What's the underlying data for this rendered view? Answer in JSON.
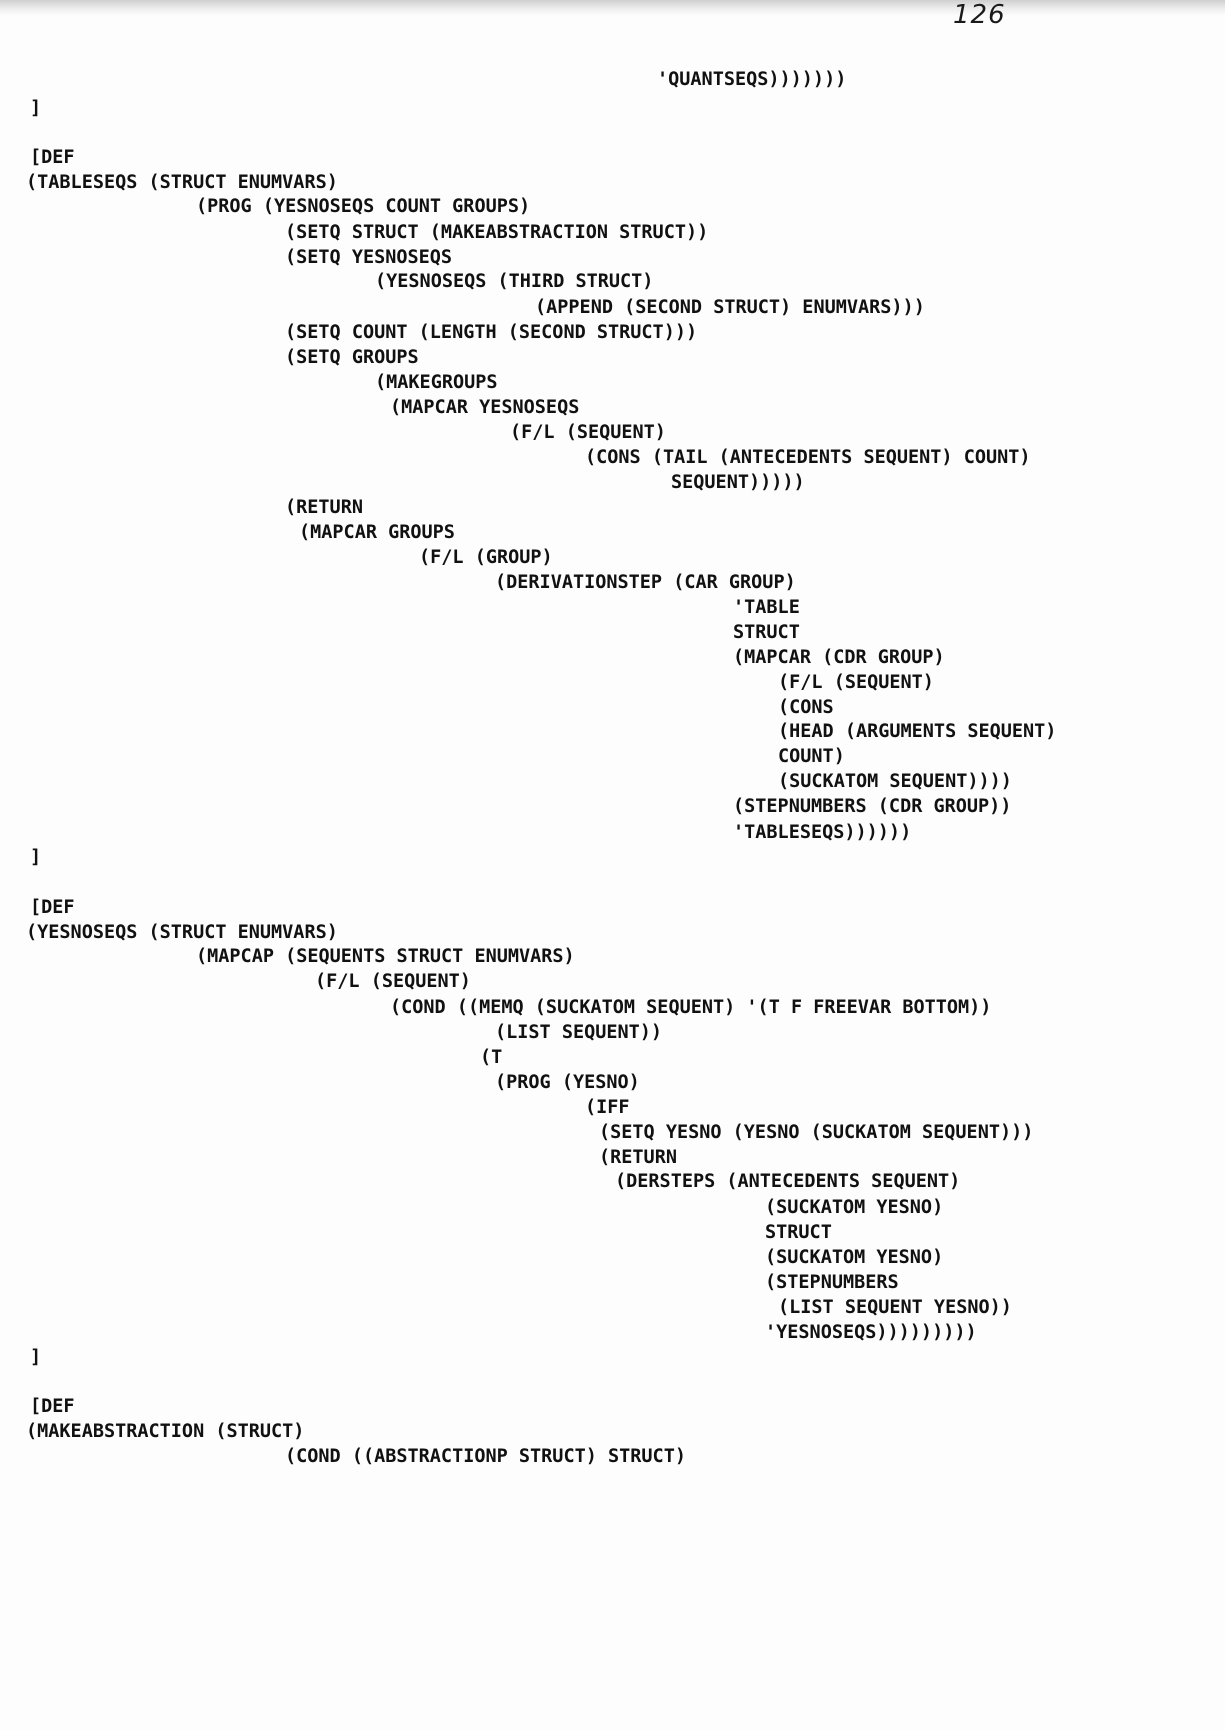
{
  "page": {
    "page_number": "126",
    "code_lines": [
      "'QUANTSEQS)))))))",
      "]",
      "[DEF",
      "(TABLESEQS (STRUCT ENUMVARS)",
      "(PROG (YESNOSEQS COUNT GROUPS)",
      "(SETQ STRUCT (MAKEABSTRACTION STRUCT))",
      "(SETQ YESNOSEQS",
      "(YESNOSEQS (THIRD STRUCT)",
      "(APPEND (SECOND STRUCT) ENUMVARS)))",
      "(SETQ COUNT (LENGTH (SECOND STRUCT)))",
      "(SETQ GROUPS",
      "(MAKEGROUPS",
      "(MAPCAR YESNOSEQS",
      "(F/L (SEQUENT)",
      "(CONS (TAIL (ANTECEDENTS SEQUENT) COUNT)",
      "SEQUENT)))))",
      "(RETURN",
      "(MAPCAR GROUPS",
      "(F/L (GROUP)",
      "(DERIVATIONSTEP (CAR GROUP)",
      "'TABLE",
      "STRUCT",
      "(MAPCAR (CDR GROUP)",
      "(F/L (SEQUENT)",
      "(CONS",
      "(HEAD (ARGUMENTS SEQUENT)",
      "COUNT)",
      "(SUCKATOM SEQUENT))))",
      "(STEPNUMBERS (CDR GROUP))",
      "'TABLESEQS))))))",
      "]",
      "[DEF",
      "(YESNOSEQS (STRUCT ENUMVARS)",
      "(MAPCAP (SEQUENTS STRUCT ENUMVARS)",
      "(F/L (SEQUENT)",
      "(COND ((MEMQ (SUCKATOM SEQUENT) '(T F FREEVAR BOTTOM))",
      "(LIST SEQUENT))",
      "(T",
      "(PROG (YESNO)",
      "(IFF",
      "(SETQ YESNO (YESNO (SUCKATOM SEQUENT)))",
      "(RETURN",
      "(DERSTEPS (ANTECEDENTS SEQUENT)",
      "(SUCKATOM YESNO)",
      "STRUCT",
      "(SUCKATOM YESNO)",
      "(STEPNUMBERS",
      "(LIST SEQUENT YESNO))",
      "'YESNOSEQS)))))))))",
      "]",
      "[DEF",
      "(MAKEABSTRACTION (STRUCT)",
      "(COND ((ABSTRACTIONP STRUCT) STRUCT)"
    ]
  }
}
